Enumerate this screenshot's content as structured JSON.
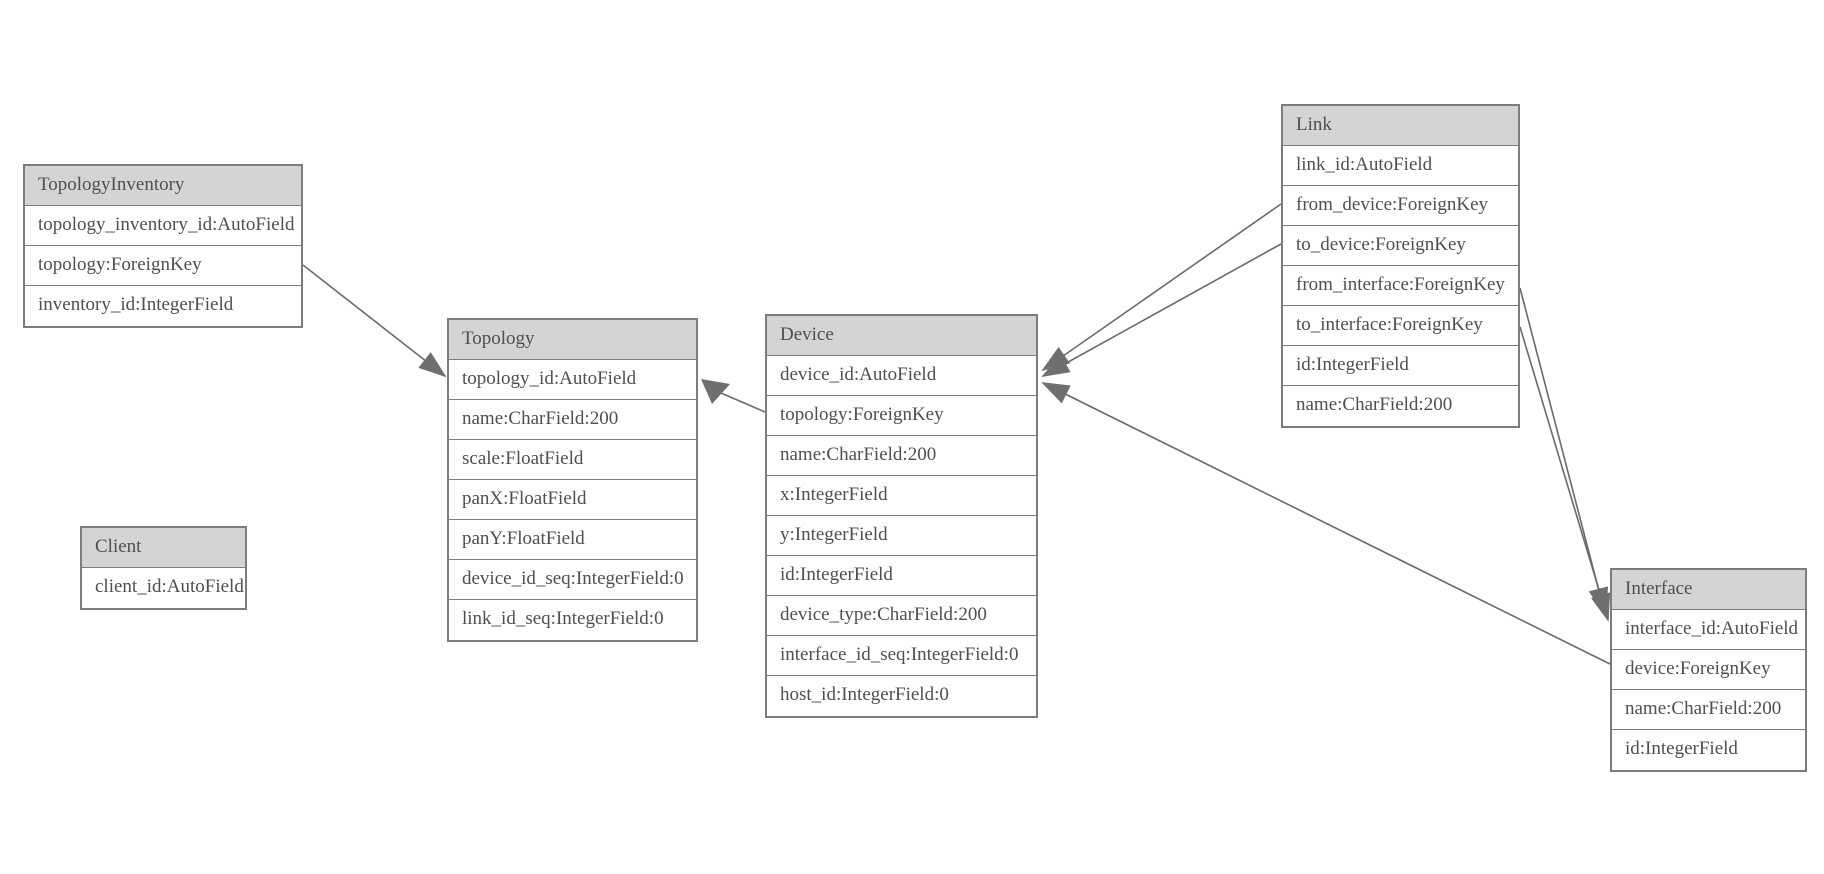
{
  "diagram": {
    "entities": [
      {
        "name": "TopologyInventory",
        "fields": [
          "topology_inventory_id:AutoField",
          "topology:ForeignKey",
          "inventory_id:IntegerField"
        ]
      },
      {
        "name": "Topology",
        "fields": [
          "topology_id:AutoField",
          "name:CharField:200",
          "scale:FloatField",
          "panX:FloatField",
          "panY:FloatField",
          "device_id_seq:IntegerField:0",
          "link_id_seq:IntegerField:0"
        ]
      },
      {
        "name": "Client",
        "fields": [
          "client_id:AutoField"
        ]
      },
      {
        "name": "Device",
        "fields": [
          "device_id:AutoField",
          "topology:ForeignKey",
          "name:CharField:200",
          "x:IntegerField",
          "y:IntegerField",
          "id:IntegerField",
          "device_type:CharField:200",
          "interface_id_seq:IntegerField:0",
          "host_id:IntegerField:0"
        ]
      },
      {
        "name": "Link",
        "fields": [
          "link_id:AutoField",
          "from_device:ForeignKey",
          "to_device:ForeignKey",
          "from_interface:ForeignKey",
          "to_interface:ForeignKey",
          "id:IntegerField",
          "name:CharField:200"
        ]
      },
      {
        "name": "Interface",
        "fields": [
          "interface_id:AutoField",
          "device:ForeignKey",
          "name:CharField:200",
          "id:IntegerField"
        ]
      }
    ],
    "relationships": [
      {
        "from": "TopologyInventory.topology",
        "to": "Topology.topology_id"
      },
      {
        "from": "Device.topology",
        "to": "Topology.topology_id"
      },
      {
        "from": "Link.from_device",
        "to": "Device.device_id"
      },
      {
        "from": "Link.to_device",
        "to": "Device.device_id"
      },
      {
        "from": "Link.from_interface",
        "to": "Interface.interface_id"
      },
      {
        "from": "Link.to_interface",
        "to": "Interface.interface_id"
      },
      {
        "from": "Interface.device",
        "to": "Device.device_id"
      }
    ],
    "colors": {
      "header_fill": "#d4d4d4",
      "border": "#7c7c7c",
      "text": "#4f4f4f",
      "connector": "#6a6a6a",
      "arrow": "#6f6f6f",
      "background": "#ffffff"
    }
  }
}
